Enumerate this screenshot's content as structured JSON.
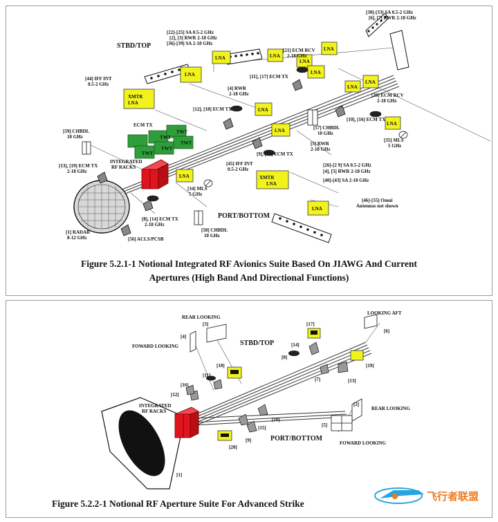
{
  "figure1": {
    "caption_line1": "Figure 5.2.1-1  Notional Integrated RF Avionics Suite Based On JIAWG And Current",
    "caption_line2": "Apertures (High Band And Directional Functions)",
    "labels": {
      "stbd_top": "STBD/TOP",
      "port_bottom": "PORT/BOTTOM",
      "ecm_tx_group": "ECM TX",
      "integrated_rf_racks_1": "INTEGRATED",
      "integrated_rf_racks_2": "RF RACKS",
      "a30_33_1": "[30]-[33] SA 0.5-2  GHz",
      "a30_33_2": "[6], [7] RWR 2-18 GHz",
      "a22_25_1": "[22]-[25] SA 0.5-2 GHz",
      "a22_25_2": "[2], [3] RWR 2-18 GHz",
      "a22_25_3": "[36]-[39] SA 2-18 GHz",
      "a21_1": "[21] ECM RCV",
      "a21_2": "2-18 GHz",
      "a44_1": "[44] IFF INT",
      "a44_2": "0.5-2 GHz",
      "a11_17": "[11], [17] ECM TX",
      "a4_1": "[4] RWR",
      "a4_2": "2-18 GHz",
      "a20_1": "[20] ECM RCV",
      "a20_2": "2-18 GHz",
      "a12_18": "[12], [18] ECM TX",
      "a10_16": "[10], [16] ECM TX",
      "a57_1": "[57] CHBDL",
      "a57_2": "10 GHz",
      "a59_1": "[59] CHBDL",
      "a59_2": "10 GHz",
      "a5_1": "[5] RWR",
      "a5_2": "2-18 GHz",
      "a35_1": "[35] MLS",
      "a35_2": "5 GHz",
      "a9_15": "[9], [15] ECM TX",
      "a13_19_1": "[13], [19] ECM TX",
      "a13_19_2": "2-18 GHz",
      "a26_29": "[26]-[2 9] SA 0.5-2 GHz",
      "a4_5": "[4], [5] RWR 2-18 GHz",
      "a40_43": "[40]-[43] SA 2-18 GHz",
      "a45_1": "[45] IFF INT",
      "a45_2": "0.5-2 GHz",
      "a34_1": "[34] MLS",
      "a34_2": "5 GHz",
      "a46_55_1": "[46]-[55] Omni",
      "a46_55_2": "Antennas not shown",
      "a8_14_1": "[8], [14] ECM TX",
      "a8_14_2": "2-18 GHz",
      "a1_1": "[1] RADAR",
      "a1_2": "8-12 GHz",
      "a56": "[56] ACLS/PCSB",
      "a58_1": "[58] CHBDL",
      "a58_2": "10 GHz",
      "lna": "LNA",
      "xmtr": "XMTR",
      "twt": "TWT"
    }
  },
  "figure2": {
    "caption": "Figure 5.2.2-1  Notional RF Aperture Suite For Advanced Strike",
    "labels": {
      "rear_looking_top": "REAR LOOKING",
      "looking_aft": "LOOKING AFT",
      "foward_looking_top": "FOWARD LOOKING",
      "stbd_top": "STBD/TOP",
      "integrated_rf_racks_1": "INTEGRATED",
      "integrated_rf_racks_2": "RF RACKS",
      "rear_looking_bottom": "REAR LOOKING",
      "port_bottom": "PORT/BOTTOM",
      "foward_looking_bottom": "FOWARD LOOKING",
      "n1": "[1]",
      "n2": "[2]",
      "n3": "[3]",
      "n4": "[4]",
      "n5": "[5]",
      "n6": "[6]",
      "n7": "[7]",
      "n8": "[8]",
      "n9": "[9]",
      "n10": "[10]",
      "n11": "[11]",
      "n12": "[12]",
      "n13": "[13]",
      "n14": "[14]",
      "n15": "[15]",
      "n16": "[16]",
      "n17": "[17]",
      "n18": "[18]",
      "n19": "[19]",
      "n20": "[20]"
    }
  },
  "watermark": {
    "text": "飞行者联盟"
  },
  "colors": {
    "yellow_module": "#f2f21c",
    "green_twt": "#2e9e3a",
    "red_rack": "#e0141e"
  }
}
